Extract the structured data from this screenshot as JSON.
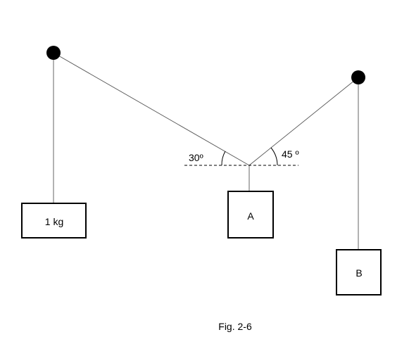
{
  "blocks": {
    "left": "1 kg",
    "middle": "A",
    "right": "B"
  },
  "angles": {
    "left": "30º",
    "right": "45 º"
  },
  "caption": "Fig. 2-6",
  "colors": {
    "rope": "#555555",
    "outline": "#000000",
    "background": "#ffffff"
  }
}
